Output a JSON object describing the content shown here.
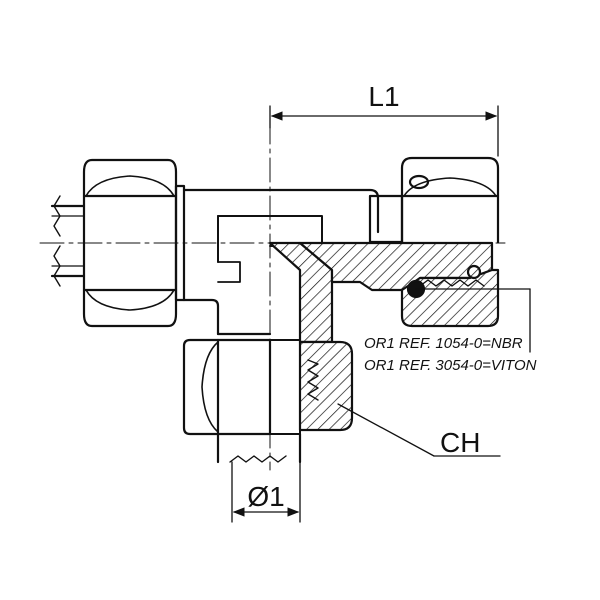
{
  "drawing": {
    "dimension_length": "L1",
    "dimension_diameter": "Ø1",
    "hex_label": "CH",
    "notes": [
      "OR1 REF. 1054-0=NBR",
      "OR1 REF. 3054-0=VITON"
    ]
  },
  "colors": {
    "line": "#111111",
    "hatch_fill": "#d9d9d9",
    "background": "#ffffff"
  }
}
